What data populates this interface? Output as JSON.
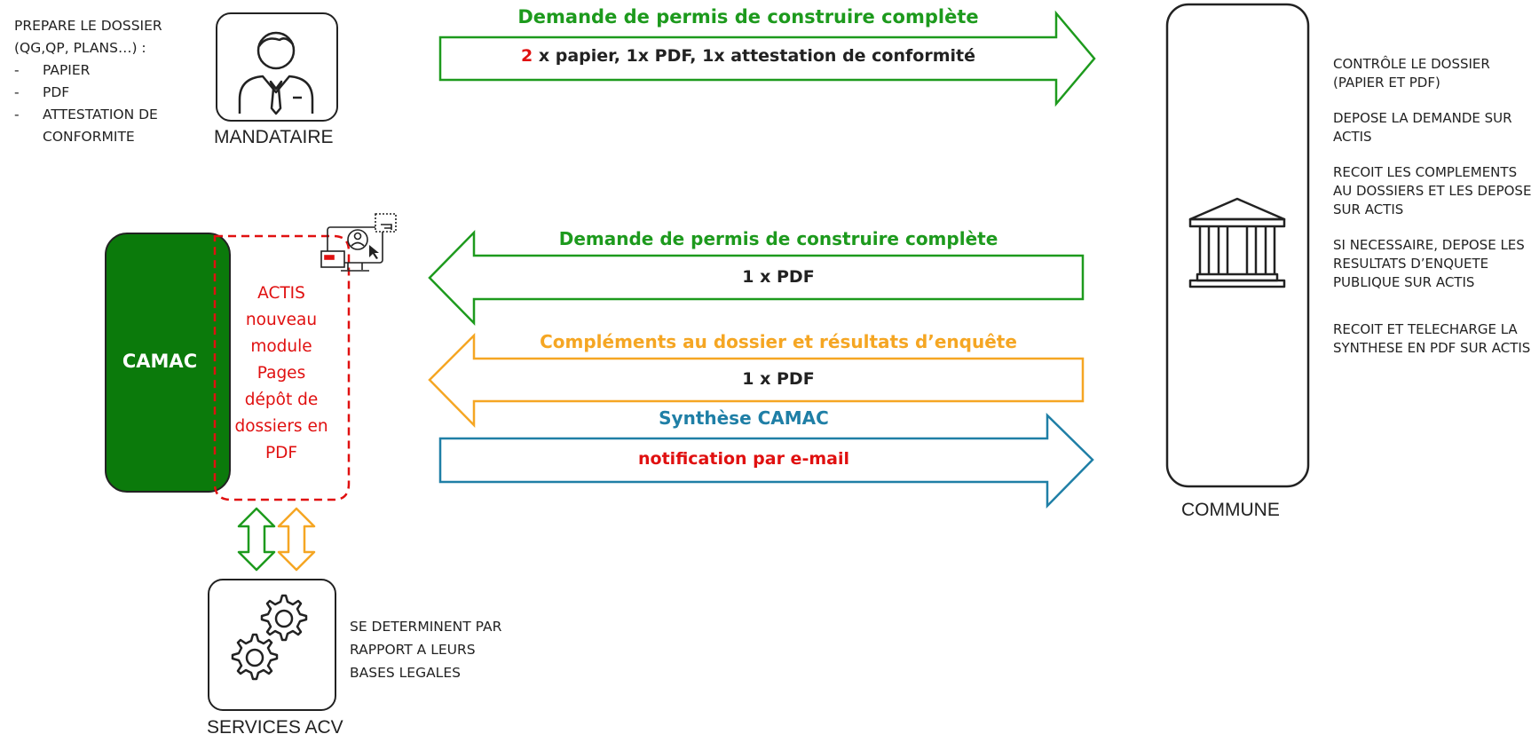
{
  "mandataire": {
    "notes": [
      "PREPARE LE DOSSIER",
      "(QG,QP, PLANS…) :"
    ],
    "list": [
      "PAPIER",
      "PDF",
      "ATTESTATION DE",
      "CONFORMITE"
    ],
    "label": "MANDATAIRE"
  },
  "arrows": {
    "a1": {
      "title": "Demande de permis de construire complète",
      "num": "2",
      "body": " x papier, 1x PDF, 1x attestation de conformité"
    },
    "a2": {
      "title": "Demande de permis de construire complète",
      "body": "1 x PDF"
    },
    "a3": {
      "title": "Compléments au dossier et résultats d’enquête",
      "body": "1 x PDF"
    },
    "a4": {
      "title": "Synthèse CAMAC",
      "body": "notification par e-mail"
    }
  },
  "camac": {
    "label": "CAMAC",
    "actis_lines": [
      "ACTIS",
      "nouveau",
      "module",
      "Pages",
      "dépôt de",
      "dossiers en",
      "PDF"
    ]
  },
  "commune": {
    "label": "COMMUNE",
    "notes": [
      [
        "CONTRÔLE LE DOSSIER",
        "(PAPIER ET PDF)"
      ],
      [
        "DEPOSE LA DEMANDE SUR",
        "ACTIS"
      ],
      [
        "RECOIT LES COMPLEMENTS",
        "AU DOSSIERS ET LES DEPOSE",
        "SUR ACTIS"
      ],
      [
        "SI NECESSAIRE, DEPOSE LES",
        "RESULTATS D’ENQUETE",
        "PUBLIQUE SUR ACTIS"
      ],
      [
        "RECOIT ET TELECHARGE LA",
        "SYNTHESE EN PDF SUR ACTIS"
      ]
    ]
  },
  "services": {
    "label": "SERVICES ACV",
    "notes": [
      "SE DETERMINENT PAR",
      "RAPPORT A LEURS",
      "BASES LEGALES"
    ]
  },
  "colors": {
    "green": "#1d9a1d",
    "camac_green": "#0b7a0b",
    "orange": "#f5a623",
    "blue": "#1f7fa6",
    "red": "#e01010",
    "dark": "#222222"
  }
}
